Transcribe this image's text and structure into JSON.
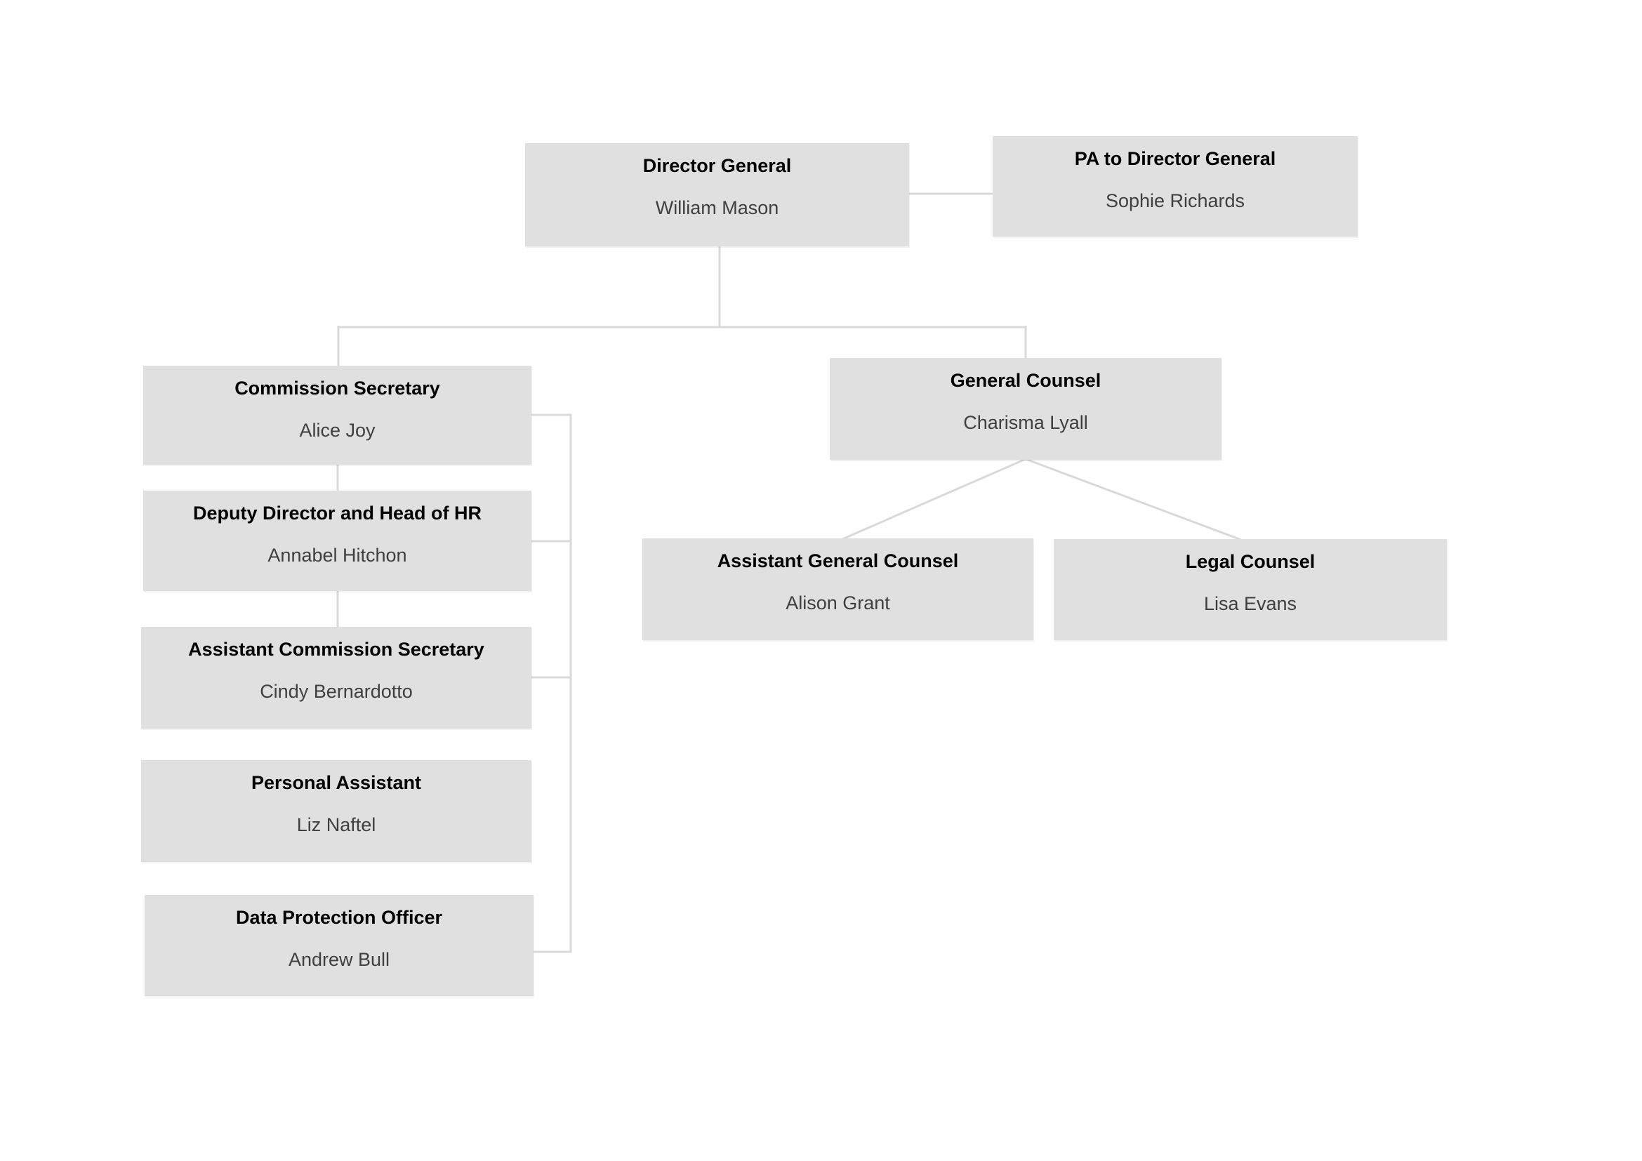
{
  "document": {
    "type": "organisation-chart",
    "background": "#ffffff"
  },
  "styles": {
    "node_fill": "#e0e0e0",
    "connector_color": "#d9d9d9",
    "title_color": "#000000",
    "name_color": "#3f3f3f",
    "page_bg": "#ffffff"
  },
  "nodes": {
    "director_general": {
      "title": "Director General",
      "name": "William Mason"
    },
    "pa_to_director_general": {
      "title": "PA to Director General",
      "name": "Sophie Richards"
    },
    "commission_secretary": {
      "title": "Commission Secretary",
      "name": "Alice Joy"
    },
    "deputy_director_head_of_hr": {
      "title": "Deputy Director and Head of HR",
      "name": "Annabel Hitchon"
    },
    "assistant_commission_secretary": {
      "title": "Assistant Commission Secretary",
      "name": "Cindy Bernardotto"
    },
    "personal_assistant": {
      "title": "Personal Assistant",
      "name": "Liz Naftel"
    },
    "data_protection_officer": {
      "title": "Data Protection Officer",
      "name": "Andrew Bull"
    },
    "general_counsel": {
      "title": "General Counsel",
      "name": "Charisma Lyall"
    },
    "assistant_general_counsel": {
      "title": "Assistant General Counsel",
      "name": "Alison Grant"
    },
    "legal_counsel": {
      "title": "Legal Counsel",
      "name": "Lisa Evans"
    }
  },
  "connections": [
    {
      "from": "director_general",
      "to": "pa_to_director_general",
      "style": "straight-horizontal"
    },
    {
      "from": "director_general",
      "to": "commission_secretary",
      "style": "elbow"
    },
    {
      "from": "director_general",
      "to": "general_counsel",
      "style": "elbow"
    },
    {
      "from": "commission_secretary",
      "to": "deputy_director_head_of_hr",
      "style": "straight-vertical"
    },
    {
      "from": "deputy_director_head_of_hr",
      "to": "assistant_commission_secretary",
      "style": "straight-vertical"
    },
    {
      "from": "commission_secretary",
      "to": "side_bus",
      "style": "stub"
    },
    {
      "from": "deputy_director_head_of_hr",
      "to": "side_bus",
      "style": "stub"
    },
    {
      "from": "assistant_commission_secretary",
      "to": "side_bus",
      "style": "stub"
    },
    {
      "from": "data_protection_officer",
      "to": "side_bus",
      "style": "stub"
    },
    {
      "from": "general_counsel",
      "to": "assistant_general_counsel",
      "style": "diagonal"
    },
    {
      "from": "general_counsel",
      "to": "legal_counsel",
      "style": "diagonal"
    }
  ]
}
